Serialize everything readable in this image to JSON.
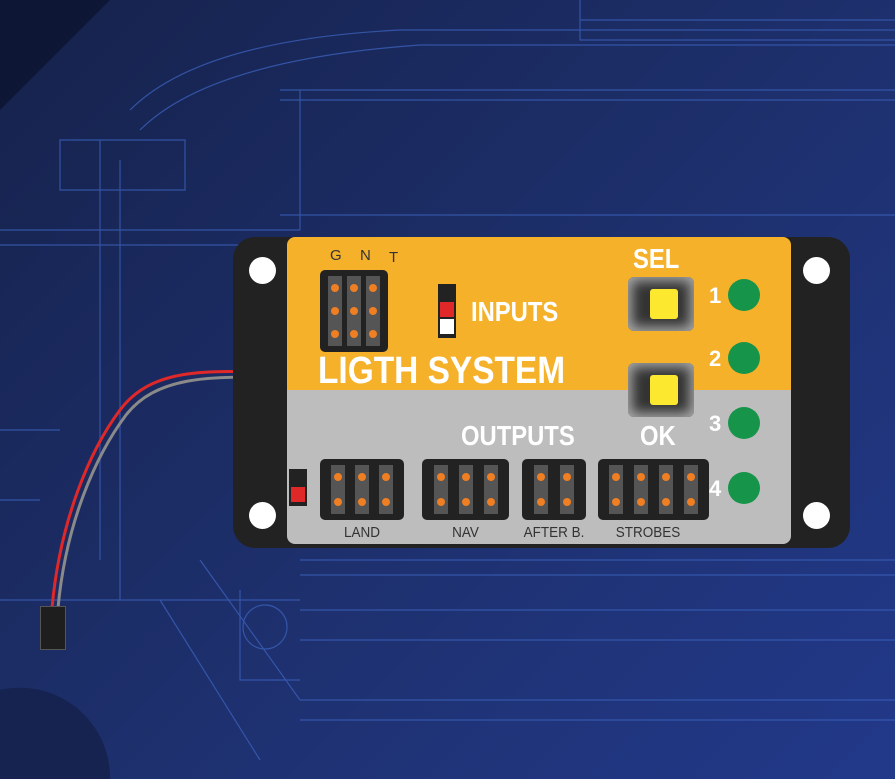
{
  "title": "LIGTH SYSTEM",
  "inputs": {
    "label": "INPUTS",
    "pins": [
      "G",
      "N",
      "T"
    ]
  },
  "buttons": {
    "sel": "SEL",
    "ok": "OK"
  },
  "leds": [
    "1",
    "2",
    "3",
    "4"
  ],
  "outputs": {
    "label": "OUTPUTS",
    "connectors": [
      {
        "label": "LAND",
        "cols": 3
      },
      {
        "label": "NAV",
        "cols": 3
      },
      {
        "label": "AFTER B.",
        "cols": 2
      },
      {
        "label": "STROBES",
        "cols": 4
      }
    ]
  },
  "colors": {
    "orange": "#f5b12a",
    "gray": "#bdbdbd",
    "led": "#16944a",
    "button": "#fce82e",
    "pin": "#ef7f22"
  }
}
